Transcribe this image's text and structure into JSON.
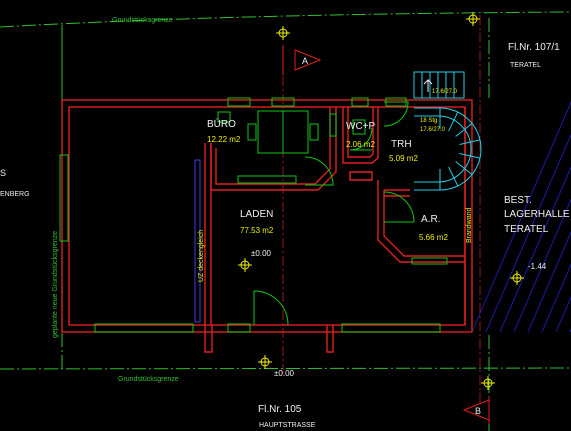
{
  "colors": {
    "background": "#000000",
    "wall": "#e02020",
    "furniture": "#10c818",
    "label": "#f0f0f0",
    "area": "#f0f000",
    "marker": "#f0f000",
    "boundary": "#30c030",
    "stair": "#20d0e8",
    "hatch": "#2020d0",
    "level": "#f0f0f0",
    "door": "#10c818"
  },
  "boundary_labels": {
    "top": "Grundstücksgrenze",
    "bottom": "Grundstücksgrenze",
    "left": "geplante neue Grundstücksgrenze"
  },
  "parcels": {
    "top_right_number": "Fl.Nr. 107/1",
    "top_right_name": "TERATEL",
    "bottom_number": "Fl.Nr. 105",
    "bottom_name": "HAUPTSTRASSE",
    "left_partial_1": "S",
    "left_partial_2": "ENBERG"
  },
  "section_markers": {
    "a": "A",
    "b": "B"
  },
  "rooms": {
    "buero_name": "BÜRO",
    "buero_area": "12.22 m2",
    "wc_name": "WC+P",
    "wc_area": "2.06 m2",
    "trh_name": "TRH",
    "trh_area": "5.09 m2",
    "laden_name": "LADEN",
    "laden_area": "77.53 m2",
    "ar_name": "A.R.",
    "ar_area": "5.66 m2",
    "halle_line1": "BEST.",
    "halle_line2": "LAGERHALLE",
    "halle_line3": "TERATEL"
  },
  "annotations": {
    "uz_wall": "UZ deckengleich",
    "brandwand": "Brandwand",
    "stair_top": "17.6/27.0",
    "stair_mid1": "18 Stg",
    "stair_mid2": "17.6/27.0"
  },
  "levels": {
    "laden": "±0.00",
    "entrance": "±0.00",
    "halle": "-1.44"
  }
}
